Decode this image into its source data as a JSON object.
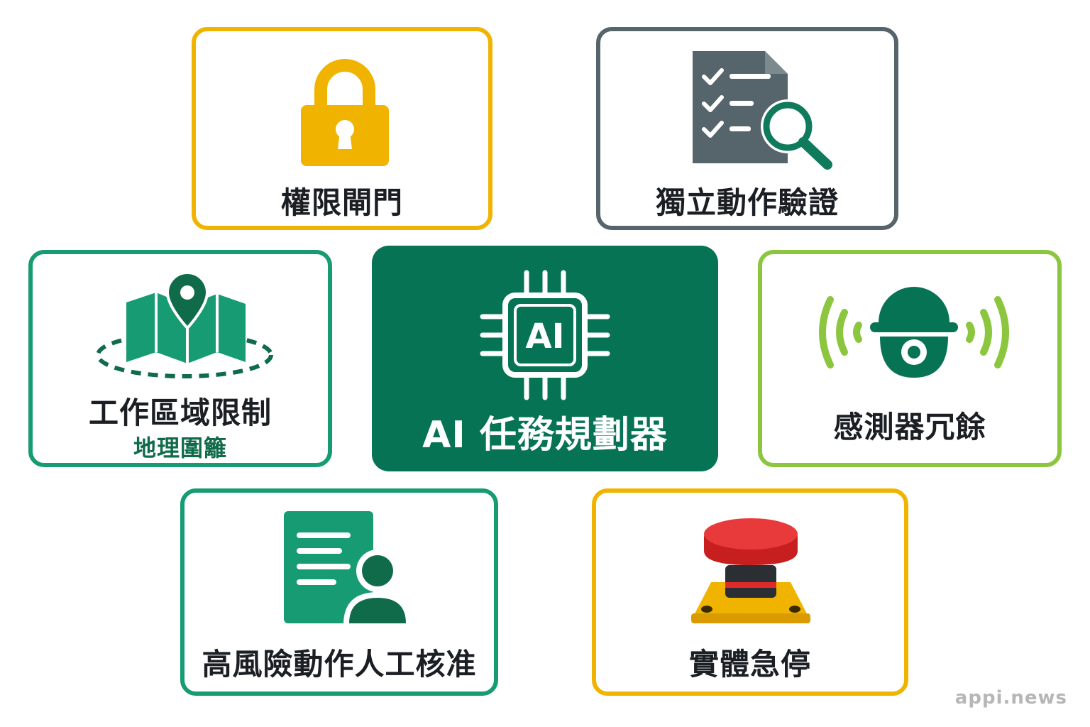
{
  "center": {
    "title": "AI 任務規劃器",
    "chip_text": "AI"
  },
  "cards": {
    "permission": {
      "label": "權限閘門",
      "icon": "lock-icon",
      "color": "#f0b400"
    },
    "verification": {
      "label": "獨立動作驗證",
      "icon": "checklist-search-icon",
      "color": "#56646b"
    },
    "geofence": {
      "label": "工作區域限制",
      "sublabel": "地理圍籬",
      "icon": "map-pin-icon",
      "color": "#179b72"
    },
    "sensor": {
      "label": "感測器冗餘",
      "icon": "sensor-icon",
      "color": "#8cc63f"
    },
    "approval": {
      "label": "高風險動作人工核准",
      "icon": "document-person-icon",
      "color": "#179b72"
    },
    "estop": {
      "label": "實體急停",
      "icon": "emergency-stop-button-icon",
      "color": "#f0b400"
    }
  },
  "watermark": "appi.news",
  "colors": {
    "primary": "#077355",
    "accent_green": "#0f8a64",
    "yellow": "#f0b400",
    "slate": "#56646b",
    "lime": "#8cc63f",
    "red": "#e02a2a"
  }
}
